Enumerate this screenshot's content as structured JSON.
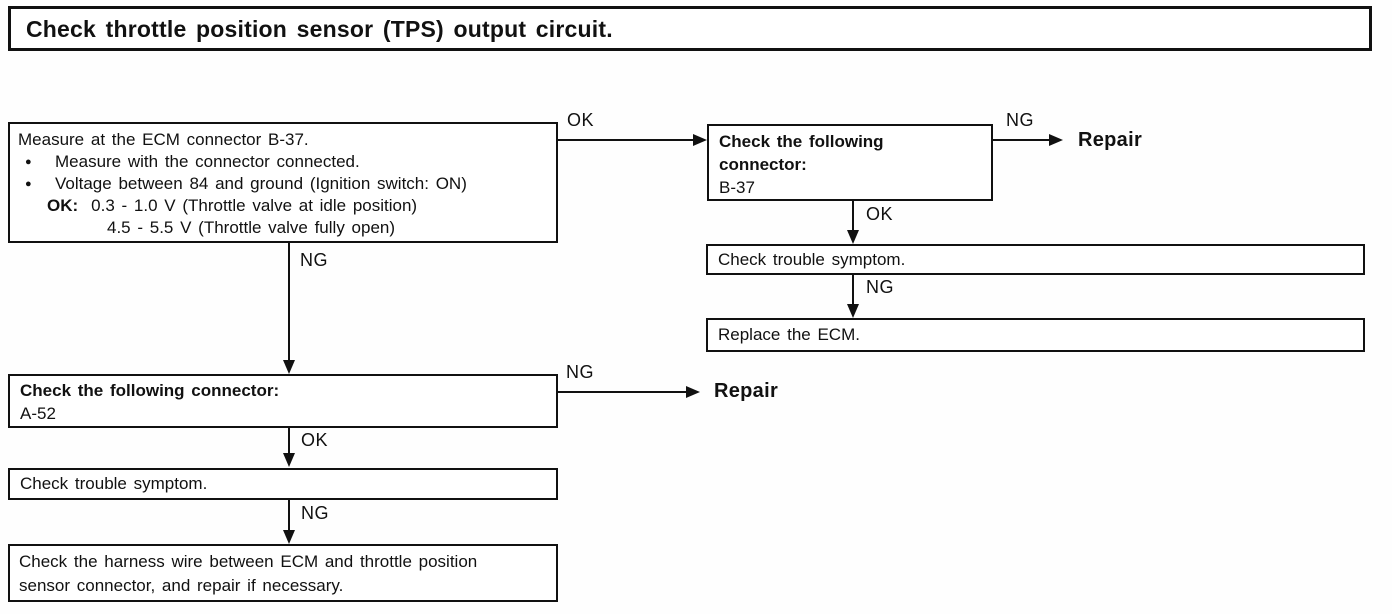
{
  "title": "Check throttle position sensor (TPS) output circuit.",
  "labels": {
    "ok": "OK",
    "ng": "NG",
    "repair": "Repair"
  },
  "bullet_glyph": "●",
  "boxes": {
    "measure_ecm": {
      "heading": "Measure at the ECM connector B-37.",
      "bullets": [
        "Measure with the connector connected.",
        "Voltage between 84 and ground (Ignition switch: ON)"
      ],
      "ok_prefix": "OK:",
      "ok_line1": "0.3 - 1.0 V (Throttle valve at idle position)",
      "ok_line2": "4.5 - 5.5 V (Throttle valve fully open)"
    },
    "check_connector_b37": {
      "heading_line1": "Check the following",
      "heading_line2": "connector:",
      "connector": "B-37"
    },
    "check_trouble_symptom_right": {
      "text": "Check trouble symptom."
    },
    "replace_ecm": {
      "text": "Replace the ECM."
    },
    "check_connector_a52": {
      "heading": "Check the following connector:",
      "connector": "A-52"
    },
    "check_trouble_symptom_left": {
      "text": "Check trouble symptom."
    },
    "check_harness": {
      "text": "Check the harness wire between ECM and throttle position sensor connector, and repair if necessary."
    }
  }
}
